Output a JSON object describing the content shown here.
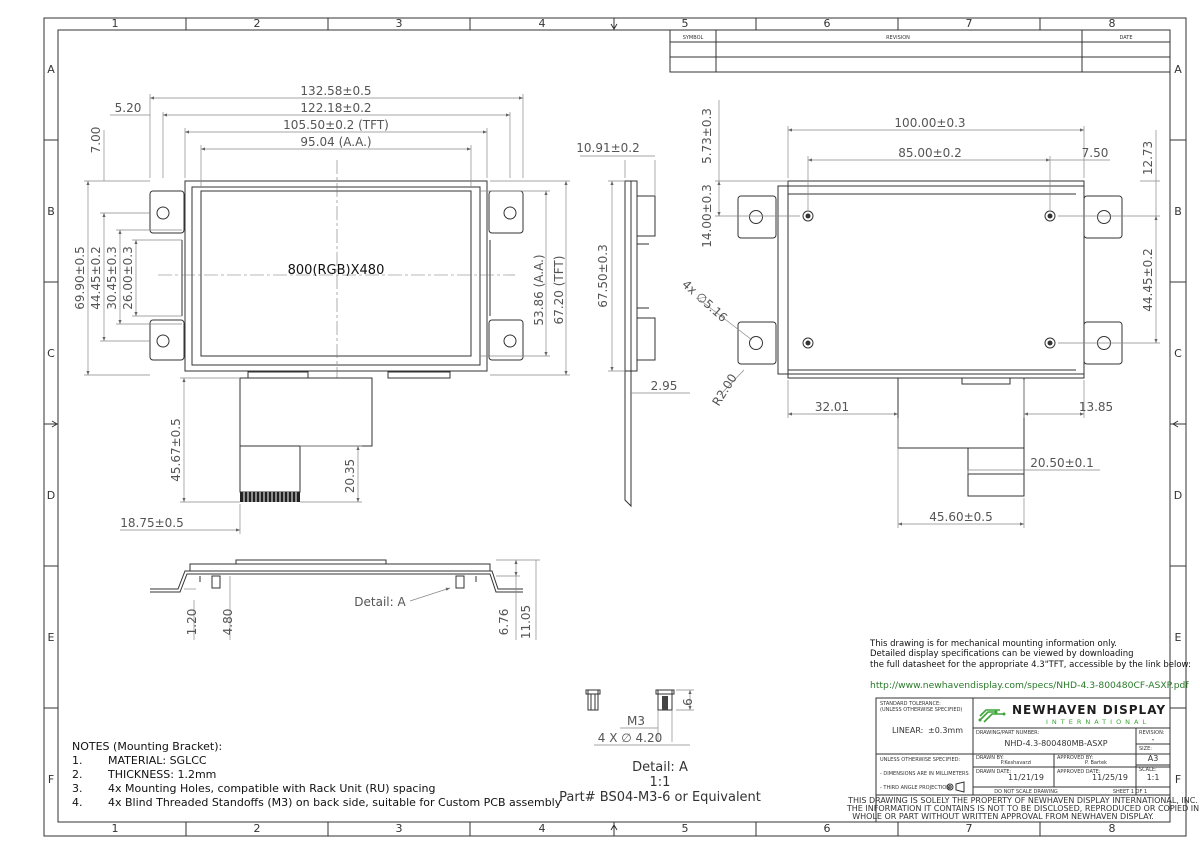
{
  "border": {
    "columns": [
      "1",
      "2",
      "3",
      "4",
      "5",
      "6",
      "7",
      "8"
    ],
    "rows": [
      "A",
      "B",
      "C",
      "D",
      "E",
      "F"
    ]
  },
  "revision_table": {
    "symbol_header": "SYMBOL",
    "revision_header": "REVISION",
    "date_header": "DATE"
  },
  "front_view": {
    "label": "800(RGB)X480",
    "dims": {
      "overall_w": "132.58±0.5",
      "bracket_w": "122.18±0.2",
      "tft_w": "105.50±0.2 (TFT)",
      "aa_w": "95.04 (A.A.)",
      "edge": "5.20",
      "top": "7.00",
      "overall_h": "69.90±0.5",
      "hole_span": "44.45±0.2",
      "inner": "30.45±0.3",
      "inner2": "26.00±0.3",
      "aa_h": "53.86 (A.A.)",
      "tft_h": "67.20 (TFT)",
      "fpc_len": "45.67±0.5",
      "fpc_w": "20.35",
      "fpc_off": "18.75±0.5"
    }
  },
  "side_view": {
    "dims": {
      "depth": "10.91±0.2",
      "height": "67.50±0.3",
      "thk": "2.95"
    }
  },
  "back_view": {
    "dims": {
      "w": "100.00±0.3",
      "w2": "85.00±0.2",
      "side": "7.50",
      "top": "5.73±0.3",
      "top_r": "12.73",
      "mid": "14.00±0.3",
      "span": "44.45±0.2",
      "holes": "4x ∅5.16",
      "radius": "R2.00",
      "left_off": "32.01",
      "right_off": "13.85",
      "fpc_w": "20.50±0.1",
      "fpc_off": "45.60±0.5"
    }
  },
  "bottom_view": {
    "detail_label": "Detail: A",
    "dims": {
      "a": "1.20",
      "b": "4.80",
      "c": "6.76",
      "d": "11.05"
    }
  },
  "detail_a": {
    "thread": "M3",
    "holes": "4 X ∅ 4.20",
    "height": "6",
    "title": "Detail: A",
    "scale": "1:1",
    "part": "Part# BS04-M3-6 or Equivalent"
  },
  "notes": {
    "title": "NOTES (Mounting Bracket):",
    "items": [
      {
        "num": "1.",
        "text": "MATERIAL:  SGLCC"
      },
      {
        "num": "2.",
        "text": "THICKNESS: 1.2mm"
      },
      {
        "num": "3.",
        "text": "4x Mounting Holes, compatible with Rack Unit (RU) spacing"
      },
      {
        "num": "4.",
        "text": "4x Blind Threaded Standoffs (M3) on back side, suitable for Custom PCB assembly"
      }
    ]
  },
  "info": {
    "line1": "This drawing is for mechanical mounting information only.",
    "line2": "Detailed display specifications can be viewed by downloading",
    "line3": "the full datasheet for the appropriate 4.3\"TFT, accessible by the link below:",
    "url": "http://www.newhavendisplay.com/specs/NHD-4.3-800480CF-ASXP.pdf"
  },
  "title_block": {
    "std_tol": "STANDARD TOLERANCE:",
    "std_tol2": "(UNLESS OTHERWISE SPECIFIED)",
    "linear_label": "LINEAR:",
    "linear_value": "±0.3mm",
    "company": "NEWHAVEN DISPLAY",
    "company_sub": "INTERNATIONAL",
    "drawing_label": "DRAWING/PART NUMBER:",
    "drawing_no": "NHD-4.3-800480MB-ASXP",
    "revision_label": "REVISION:",
    "revision": "-",
    "size_label": "SIZE:",
    "size": "A3",
    "unless": "UNLESS OTHERWISE SPECIFIED:",
    "dims_mm": "- DIMENSIONS ARE IN MILLIMETERS",
    "third_angle": "- THIRD ANGLE PROJECTION",
    "drawn_by_label": "DRAWN BY:",
    "drawn_by": "P.Keshavarzi",
    "approved_by_label": "APPROVED BY:",
    "approved_by": "P. Bartek",
    "drawn_date_label": "DRAWN DATE:",
    "drawn_date": "11/21/19",
    "approved_date_label": "APPROVED DATE:",
    "approved_date": "11/25/19",
    "scale_label": "SCALE:",
    "scale": "1:1",
    "no_scale": "DO NOT SCALE DRAWING",
    "sheet": "SHEET 1 OF 1",
    "prop1": "THIS DRAWING IS SOLELY THE PROPERTY OF NEWHAVEN DISPLAY INTERNATIONAL, INC.",
    "prop2": "THE INFORMATION IT CONTAINS IS NOT TO BE DISCLOSED, REPRODUCED OR COPIED IN",
    "prop3": "WHOLE OR PART WITHOUT WRITTEN APPROVAL FROM NEWHAVEN DISPLAY."
  },
  "colors": {
    "logo_green": "#3aa535",
    "logo_dark": "#1d1d1d"
  }
}
